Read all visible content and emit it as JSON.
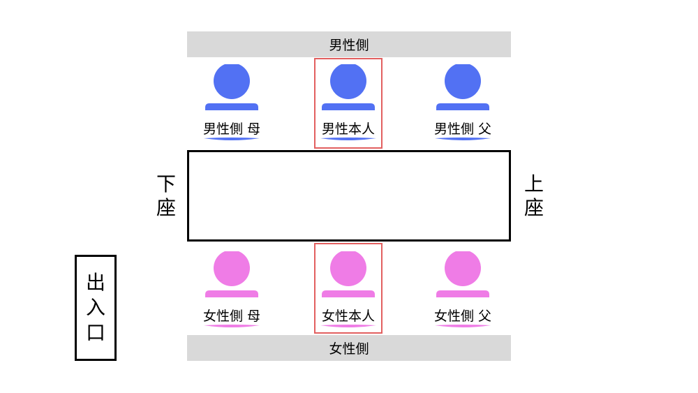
{
  "colors": {
    "male": "#5271f3",
    "female": "#ef7ce6",
    "highlight": "#e25f5f",
    "bar": "#d9d9d9"
  },
  "top_bar": {
    "label": "男性側"
  },
  "bottom_bar": {
    "label": "女性側"
  },
  "male_seats": [
    {
      "label": "男性側 母",
      "icon": "person-icon"
    },
    {
      "label": "男性本人",
      "icon": "person-icon"
    },
    {
      "label": "男性側 父",
      "icon": "person-icon"
    }
  ],
  "female_seats": [
    {
      "label": "女性側 母",
      "icon": "person-icon"
    },
    {
      "label": "女性本人",
      "icon": "person-icon"
    },
    {
      "label": "女性側 父",
      "icon": "person-icon"
    }
  ],
  "left_label": "下座",
  "right_label": "上座",
  "exit_label": "出入口"
}
